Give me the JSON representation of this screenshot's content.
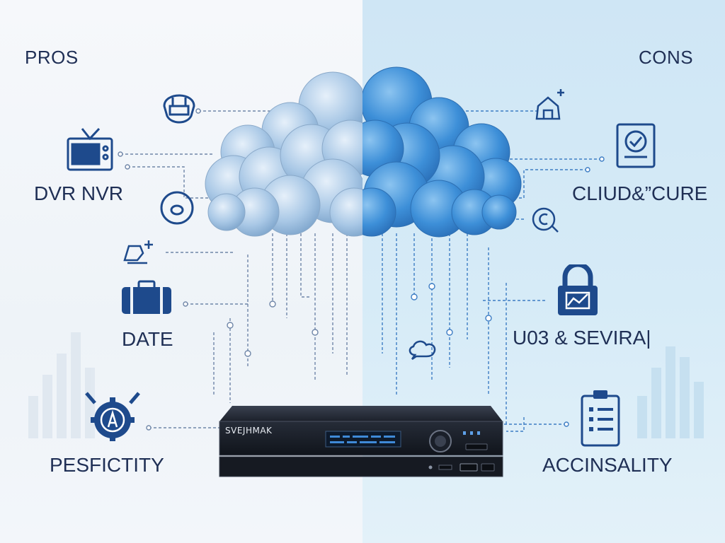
{
  "pros": {
    "heading": "PROS",
    "items": [
      {
        "label": "DVR NVR",
        "icon": "tv-icon"
      },
      {
        "label": "DATE",
        "icon": "briefcase-icon"
      },
      {
        "label": "PESFICTITY",
        "icon": "gear-badge-icon"
      }
    ],
    "extra_icons": [
      "helmet-icon",
      "disc-icon",
      "camera-add-icon"
    ]
  },
  "cons": {
    "heading": "CONS",
    "items": [
      {
        "label": "CLIUD&”CURE",
        "icon": "monitor-check-icon"
      },
      {
        "label": "U03 & SEVIRA|",
        "icon": "padlock-icon"
      },
      {
        "label": "ACCINSALITY",
        "icon": "clipboard-checklist-icon"
      }
    ],
    "extra_icons": [
      "tent-icon",
      "copyright-badge-icon",
      "chat-cloud-icon"
    ]
  },
  "device": {
    "brand": "SVEJHMAK"
  },
  "colors": {
    "navy": "#1f2f55",
    "icon_blue": "#1e4a8c",
    "cloud_left": "#a9c8e6",
    "cloud_right": "#3d8fd8",
    "left_bg": "#f3f6fa",
    "right_bg": "#d6ebf7"
  }
}
